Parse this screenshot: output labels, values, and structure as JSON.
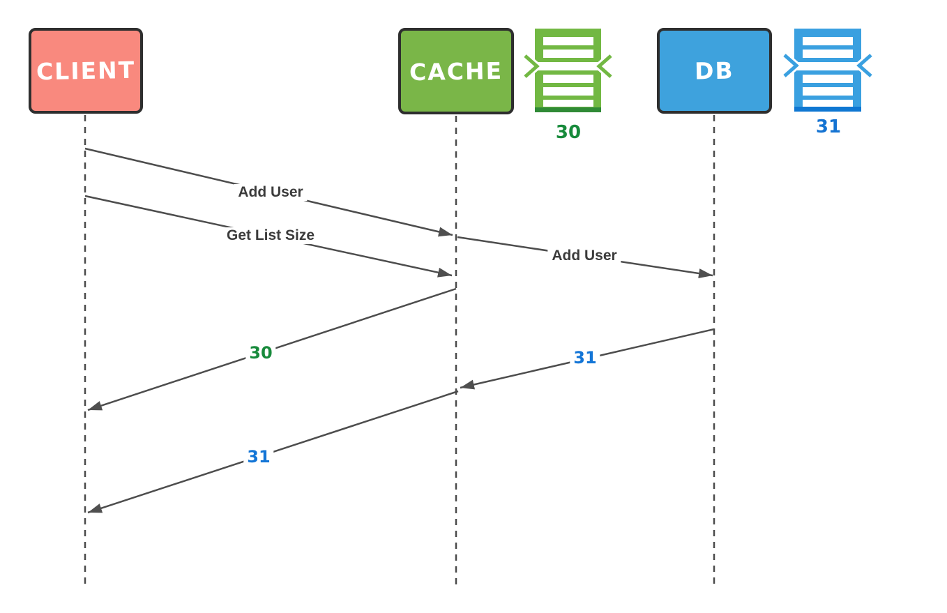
{
  "diagram": {
    "type": "sequence",
    "actors": [
      {
        "id": "client",
        "label": "CLIENT",
        "color": "#f9897e"
      },
      {
        "id": "cache",
        "label": "CACHE",
        "color": "#7ab648"
      },
      {
        "id": "db",
        "label": "DB",
        "color": "#3ea2dd"
      }
    ],
    "lists": [
      {
        "id": "cache-list",
        "count": "30",
        "color": "#72b843",
        "accent": "#2f8a36",
        "label_color": "#178a3b"
      },
      {
        "id": "db-list",
        "count": "31",
        "color": "#3aa0e0",
        "accent": "#0f77d2",
        "label_color": "#1473d2"
      }
    ],
    "messages": [
      {
        "from": "client",
        "to": "cache",
        "label": "Add User"
      },
      {
        "from": "client",
        "to": "cache",
        "label": "Get List Size"
      },
      {
        "from": "cache",
        "to": "db",
        "label": "Add User"
      },
      {
        "from": "cache",
        "to": "client",
        "label": "30",
        "label_color": "#178a3b"
      },
      {
        "from": "db",
        "to": "cache",
        "label": "31",
        "label_color": "#1375d6"
      },
      {
        "from": "cache",
        "to": "client",
        "label": "31",
        "label_color": "#1375d6"
      }
    ]
  }
}
